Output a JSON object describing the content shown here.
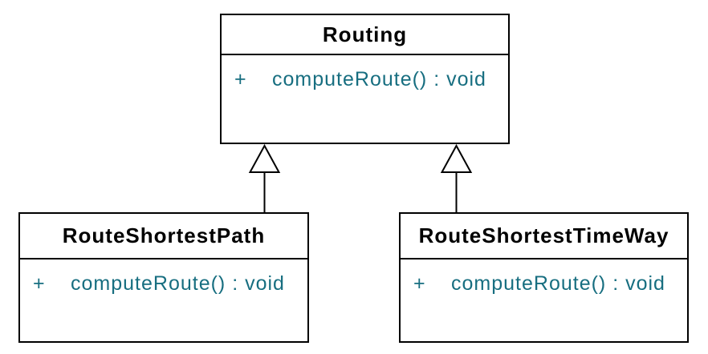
{
  "diagram": {
    "type": "uml-class-diagram",
    "classes": [
      {
        "name": "Routing",
        "members": [
          {
            "visibility": "+",
            "signature": "computeRoute() : void"
          }
        ]
      },
      {
        "name": "RouteShortestPath",
        "members": [
          {
            "visibility": "+",
            "signature": "computeRoute() : void"
          }
        ]
      },
      {
        "name": "RouteShortestTimeWay",
        "members": [
          {
            "visibility": "+",
            "signature": "computeRoute() : void"
          }
        ]
      }
    ],
    "relationships": [
      {
        "type": "generalization",
        "from": "RouteShortestPath",
        "to": "Routing"
      },
      {
        "type": "generalization",
        "from": "RouteShortestTimeWay",
        "to": "Routing"
      }
    ],
    "colors": {
      "border": "#000000",
      "class_name_text": "#000000",
      "member_text": "#176e80",
      "background": "#ffffff"
    }
  }
}
